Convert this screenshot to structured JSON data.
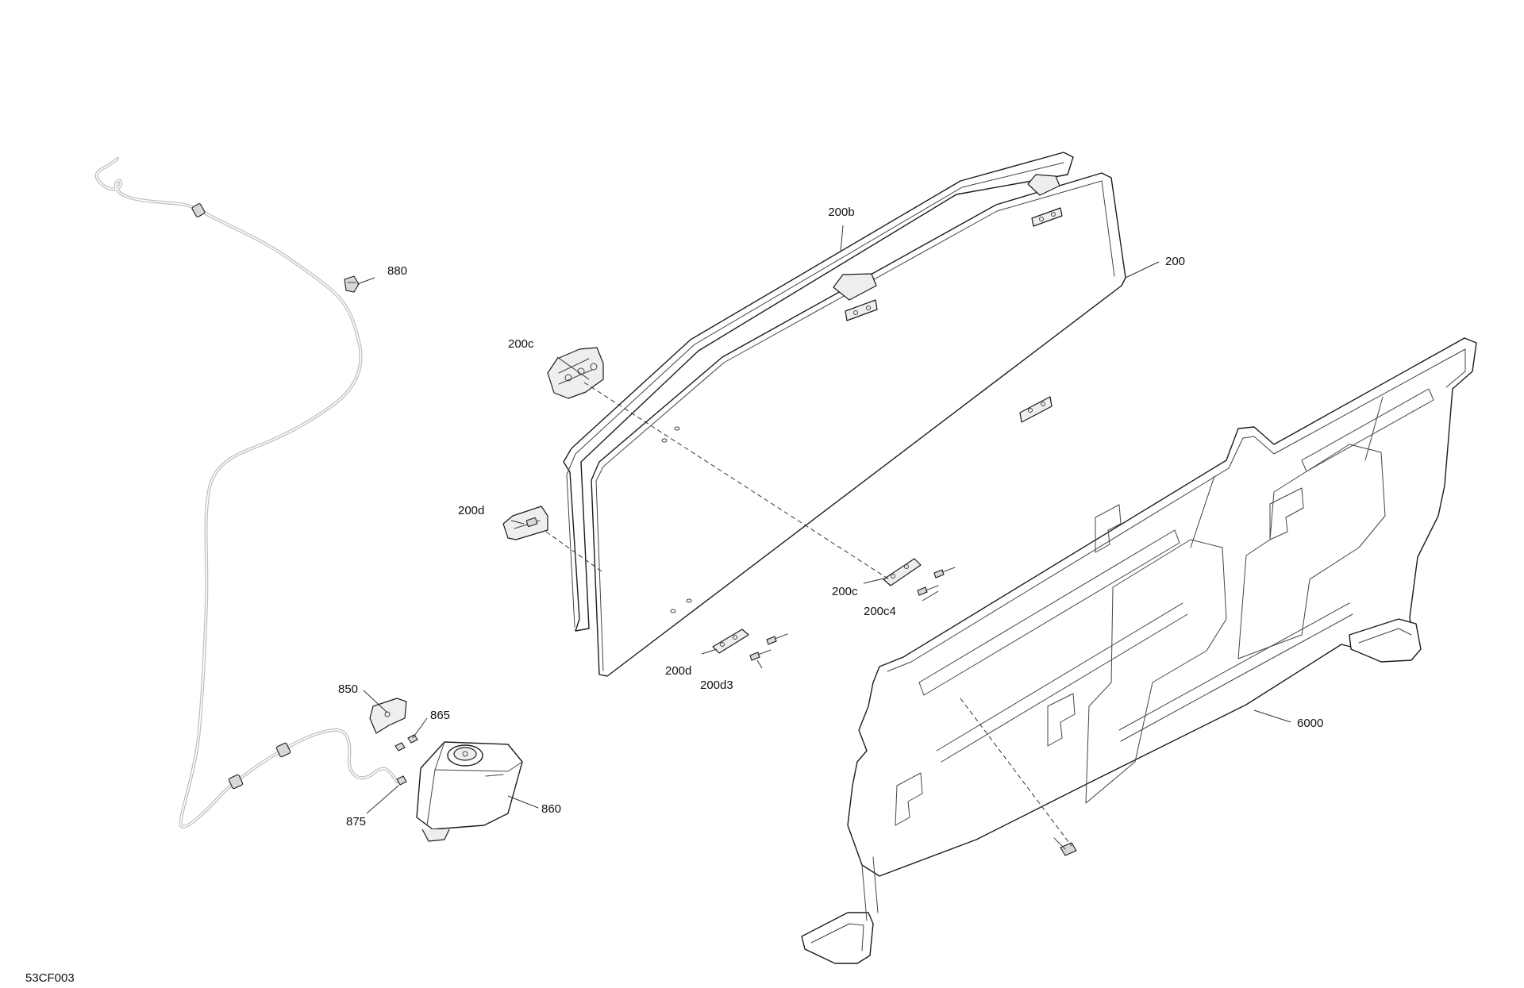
{
  "figure_id": "53CF003",
  "callouts": [
    {
      "id": "200b",
      "text": "200b"
    },
    {
      "id": "200",
      "text": "200"
    },
    {
      "id": "880",
      "text": "880"
    },
    {
      "id": "200c-top",
      "text": "200c"
    },
    {
      "id": "200d-left",
      "text": "200d"
    },
    {
      "id": "200c-bottom",
      "text": "200c"
    },
    {
      "id": "200c4",
      "text": "200c4"
    },
    {
      "id": "200d-bottom",
      "text": "200d"
    },
    {
      "id": "200d3",
      "text": "200d3"
    },
    {
      "id": "850",
      "text": "850"
    },
    {
      "id": "865",
      "text": "865"
    },
    {
      "id": "6000",
      "text": "6000"
    },
    {
      "id": "860",
      "text": "860"
    },
    {
      "id": "875",
      "text": "875"
    }
  ]
}
